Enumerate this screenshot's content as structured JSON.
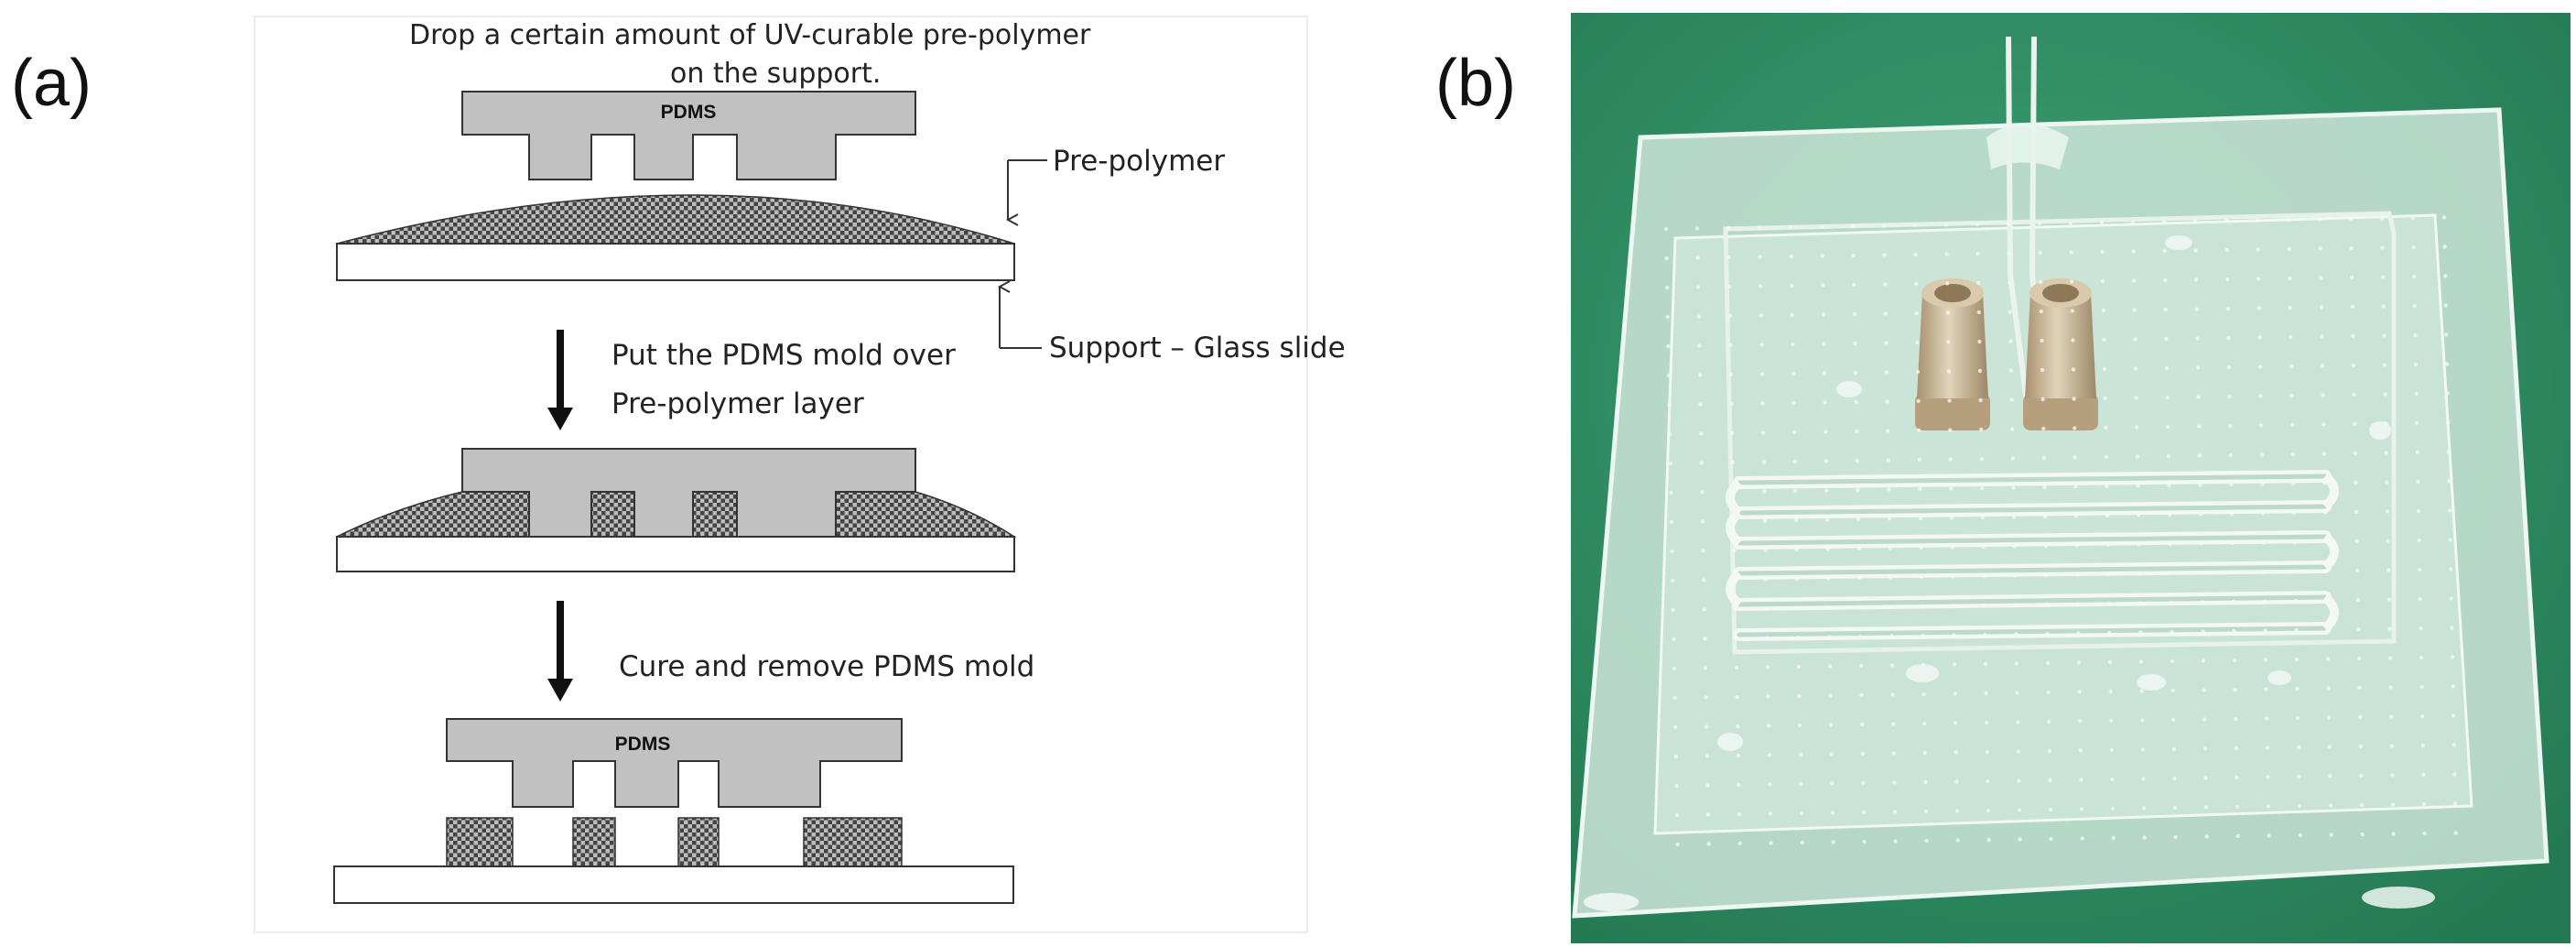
{
  "panel_a": {
    "panel_label": "(a)",
    "step1": {
      "line1": "Drop a certain amount of UV-curable pre-polymer",
      "line2": "on the support."
    },
    "step2": {
      "line1": "Put the PDMS mold over",
      "line2": "Pre-polymer layer"
    },
    "step3": {
      "line1": "Cure and remove PDMS mold"
    },
    "mold_label_top": "PDMS",
    "mold_label_bottom": "PDMS",
    "callout_prepolymer": "Pre-polymer",
    "callout_support": "Support – Glass slide"
  },
  "panel_b": {
    "panel_label": "(b)",
    "image_description": "photograph of a transparent microfluidic chip on green background with two beige connectors and a serpentine channel"
  },
  "colors": {
    "mold_fill": "#c1c1c1",
    "prepolymer_dark": "#444444",
    "prepolymer_light": "#bdbdbd",
    "photo_background": "#2f8d63",
    "chip_fill": "#cfe3da",
    "connector": "#cbb99b"
  }
}
